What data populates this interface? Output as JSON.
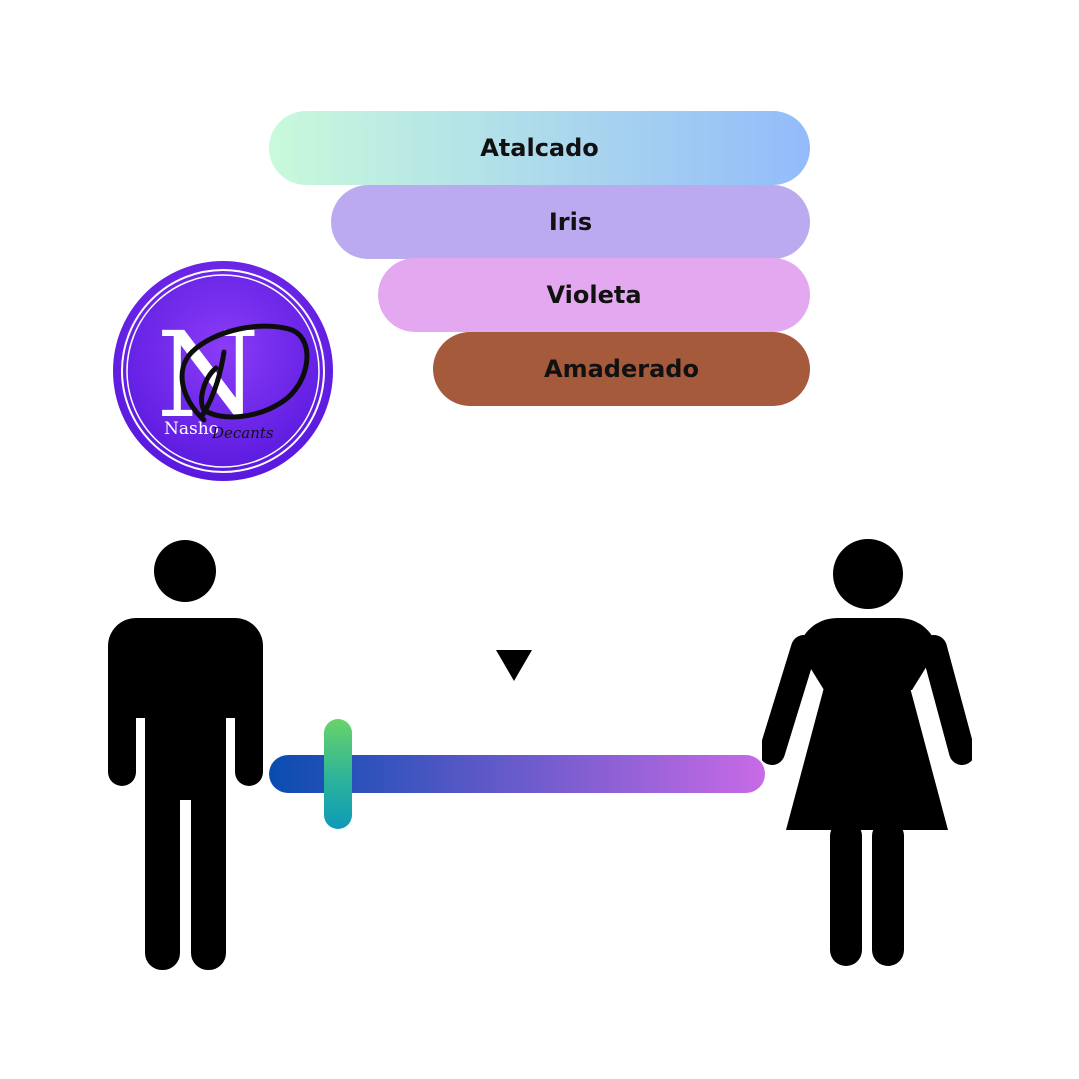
{
  "notes": [
    {
      "label": "Atalcado",
      "gradient": [
        "#c8fadb",
        "#93bbfb"
      ]
    },
    {
      "label": "Iris",
      "color": "#bcaaf0"
    },
    {
      "label": "Violeta",
      "color": "#e4a8f0"
    },
    {
      "label": "Amaderado",
      "color": "#a65a3c"
    }
  ],
  "logo": {
    "monogram": "N",
    "brand_first": "Nasho",
    "brand_second": "Decants",
    "color": "#6a1fe6"
  },
  "scale": {
    "left_icon": "male-icon",
    "right_icon": "female-icon",
    "value": 0.14,
    "track_gradient": [
      "#0a4cb0",
      "#c86ae6"
    ],
    "marker_icon": "down-triangle-icon"
  }
}
